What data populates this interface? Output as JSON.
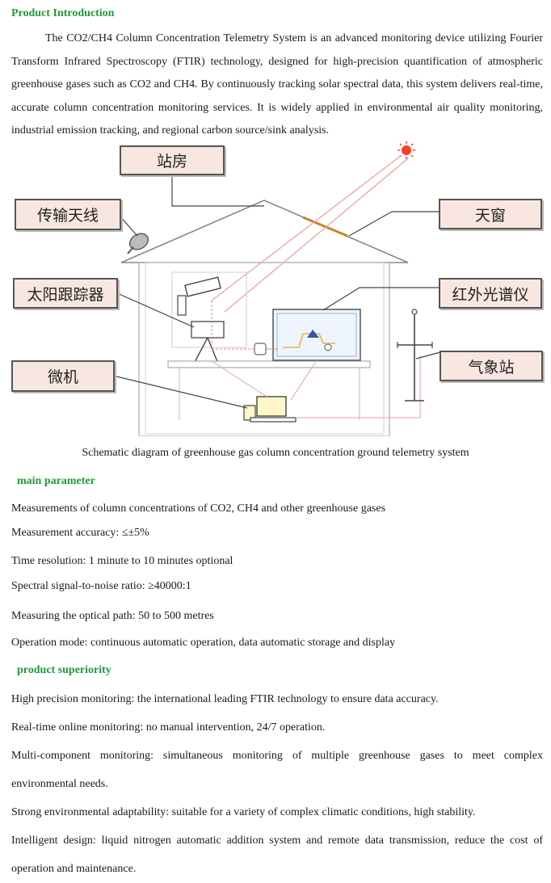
{
  "headings": {
    "intro": "Product Introduction",
    "params": "main parameter",
    "superiority": "product superiority"
  },
  "intro_text": "The CO2/CH4 Column Concentration Telemetry System is an advanced monitoring device utilizing Fourier Transform Infrared Spectroscopy (FTIR) technology, designed for high-precision quantification of atmospheric greenhouse gases such as CO2 and CH4. By continuously tracking solar spectral data, this system delivers real-time, accurate column concentration monitoring services. It is widely applied in environmental air quality monitoring, industrial emission tracking, and regional carbon source/sink analysis.",
  "diagram": {
    "labels": {
      "station": "站房",
      "antenna": "传输天线",
      "skylight": "天窗",
      "tracker": "太阳跟踪器",
      "spectrometer": "红外光谱仪",
      "computer": "微机",
      "weather": "气象站"
    },
    "caption": "Schematic diagram of greenhouse gas column concentration ground telemetry system"
  },
  "params": [
    "Measurements of column concentrations of CO2, CH4 and other greenhouse gases",
    "Measurement accuracy: ≤±5%",
    "Time resolution: 1 minute to 10 minutes optional",
    "Spectral signal-to-noise ratio: ≥40000:1",
    "Measuring the optical path: 50 to 500 metres",
    "Operation mode: continuous automatic operation, data automatic storage and display"
  ],
  "superiority": [
    "High precision monitoring: the international leading FTIR technology to ensure data accuracy.",
    "Real-time online monitoring: no manual intervention, 24/7 operation.",
    "Multi-component monitoring: simultaneous monitoring of multiple greenhouse gases to meet complex environmental needs.",
    "Strong environmental adaptability: suitable for a variety of complex climatic conditions, high stability.",
    "Intelligent design: liquid nitrogen automatic addition system and remote data transmission, reduce the cost of operation and maintenance."
  ],
  "colors": {
    "heading_green": "#1f9a3a",
    "label_bg": "#f7e7e0",
    "sun": "#ff3b1f",
    "beam": "#f4a0a0"
  }
}
